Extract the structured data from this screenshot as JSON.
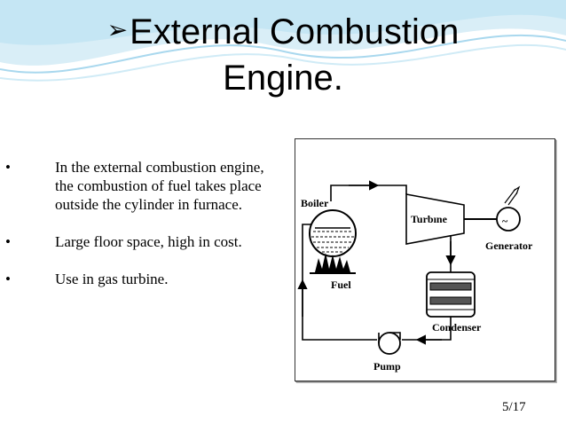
{
  "slide": {
    "title_line1": "External Combustion",
    "title_line2": "Engine.",
    "title_bullet": "➢",
    "bullet_glyph": "•",
    "bullets": [
      "In the external combustion engine, the combustion of fuel takes place outside the cylinder in furnace.",
      "Large floor space, high in cost.",
      "Use in gas turbine."
    ],
    "page_number": "5/17"
  },
  "diagram": {
    "labels": {
      "boiler": "Boiler",
      "turbine": "Turbıne",
      "generator": "Generator",
      "fuel": "Fuel",
      "condenser": "Condenser",
      "pump": "Pump",
      "generator_symbol": "~"
    }
  },
  "colors": {
    "wave_light": "#d9eef7",
    "wave_mid": "#b8dff0",
    "wave_accent": "#8fcbe6",
    "text": "#000000"
  }
}
